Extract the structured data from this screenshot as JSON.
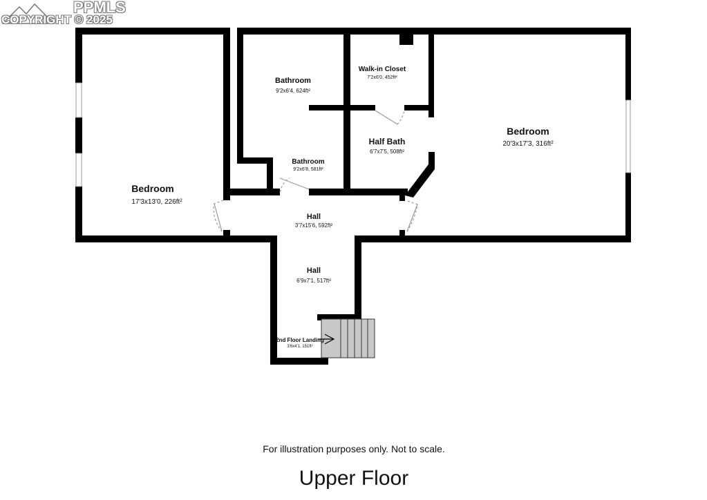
{
  "watermark": {
    "brand": "PPMLS",
    "copyright": "COPYRIGHT © 2025"
  },
  "rooms": [
    {
      "name": "Bedroom",
      "dims": "17'3x13'0, 226ft²"
    },
    {
      "name": "Bathroom",
      "dims": "9'2x6'4, 624ft²"
    },
    {
      "name": "Walk-in Closet",
      "dims": "7'2x6'0, 452ft²"
    },
    {
      "name": "Bathroom",
      "dims": "9'2x6'8, 581ft²"
    },
    {
      "name": "Half Bath",
      "dims": "6'7x7'5, 508ft²"
    },
    {
      "name": "Bedroom",
      "dims": "20'3x17'3, 316ft²"
    },
    {
      "name": "Hall",
      "dims": "3'7x15'6, 592ft²"
    },
    {
      "name": "Hall",
      "dims": "6'9x7'1, 517ft²"
    },
    {
      "name": "2nd Floor Landing",
      "dims": "3'6x4'1, 151ft²"
    }
  ],
  "disclaimer": "For illustration purposes only. Not to scale.",
  "floor_title": "Upper Floor",
  "colors": {
    "wall": "#000000",
    "stairs": "#c8c8c8"
  }
}
